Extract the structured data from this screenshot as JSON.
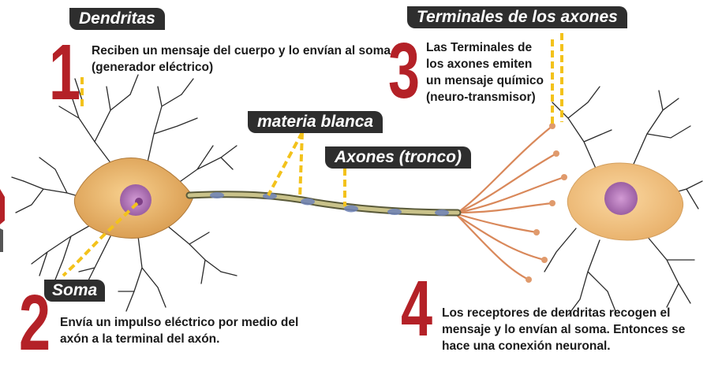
{
  "labels": {
    "dendritas": "Dendritas",
    "terminales": "Terminales de los axones",
    "materia": "materia blanca",
    "axones": "Axones  (tronco)",
    "soma": "Soma"
  },
  "steps": [
    {
      "number": "1",
      "text": "Reciben un mensaje del cuerpo y lo envían al soma (generador eléctrico)"
    },
    {
      "number": "2",
      "text": "Envía un impulso eléctrico por medio del axón a la terminal del axón."
    },
    {
      "number": "3",
      "text": "Las Terminales de los axones emiten un mensaje químico (neuro-transmisor)"
    },
    {
      "number": "4",
      "text": "Los receptores de dendritas recogen el mensaje y lo envían al soma. Entonces se hace una conexión neuronal."
    }
  ],
  "colors": {
    "accent_red": "#b42127",
    "label_bg": "#2e2e2e",
    "pointer_yellow": "#f3c21b",
    "soma_fill": "#efbf72",
    "nucleus": "#b07ab8",
    "dendrite": "#2a2a2a",
    "terminal": "#d9885a"
  }
}
